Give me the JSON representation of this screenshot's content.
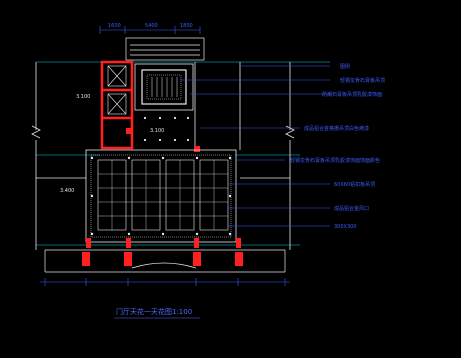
{
  "drawing": {
    "caption": "门厅天花一天花图1:100",
    "dims": {
      "top_left": "1600",
      "top_mid": "5400",
      "top_right": "1800"
    },
    "levels": {
      "elevator_lobby": "3.100",
      "corridor": "3.100",
      "lobby_left": "3.400"
    },
    "annotations": [
      "图例",
      "轻钢龙骨石膏板吊顶",
      "防潮石膏板吊顶乳胶漆饰面",
      "成品铝合金格栅吊顶白色烤漆",
      "轻钢龙骨石膏板吊顶乳胶漆饰面饰面颜色",
      "60X60铝扣板吊顶",
      "成品铝合金风口",
      "300X300"
    ]
  },
  "colors": {
    "background": "#000000",
    "wall_red": "#ff2020",
    "line_white": "#e8e8e8",
    "line_cyan": "#00d8e8",
    "dim_blue": "#3a5cff",
    "caption_blue": "#4f6bff"
  }
}
